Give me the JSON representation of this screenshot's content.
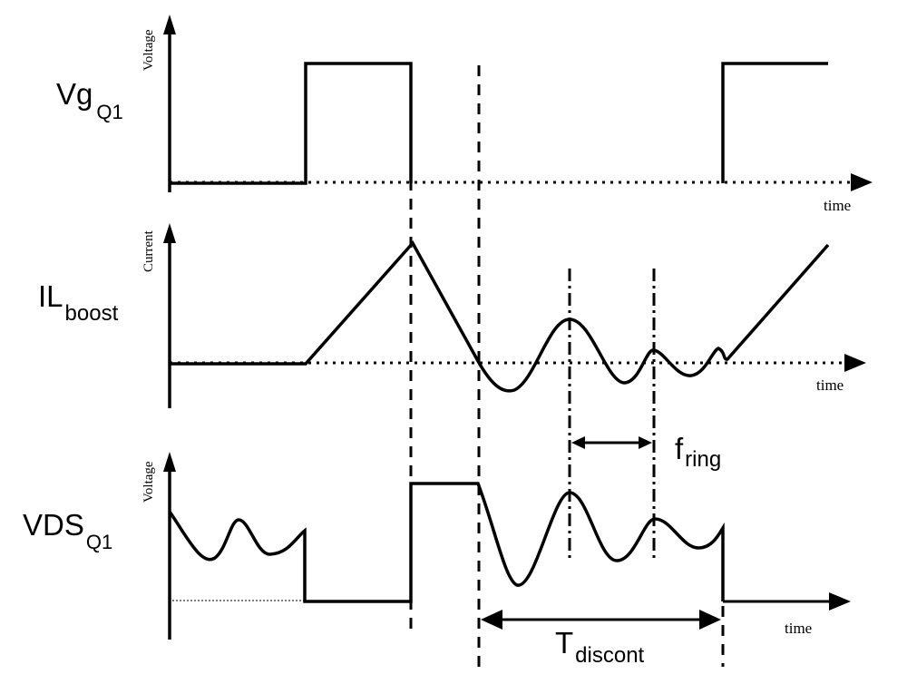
{
  "panels": {
    "vg": {
      "main": "Vg",
      "sub": "Q1",
      "axis_label": "Voltage",
      "time_label": "time"
    },
    "il": {
      "main": "IL",
      "sub": "boost",
      "axis_label": "Current",
      "time_label": "time"
    },
    "vds": {
      "main": "VDS",
      "sub": "Q1",
      "axis_label": "Voltage",
      "time_label": "time"
    }
  },
  "annotations": {
    "fring": {
      "main": "f",
      "sub": "ring"
    },
    "tdiscont": {
      "main": "T",
      "sub": "discont"
    }
  }
}
